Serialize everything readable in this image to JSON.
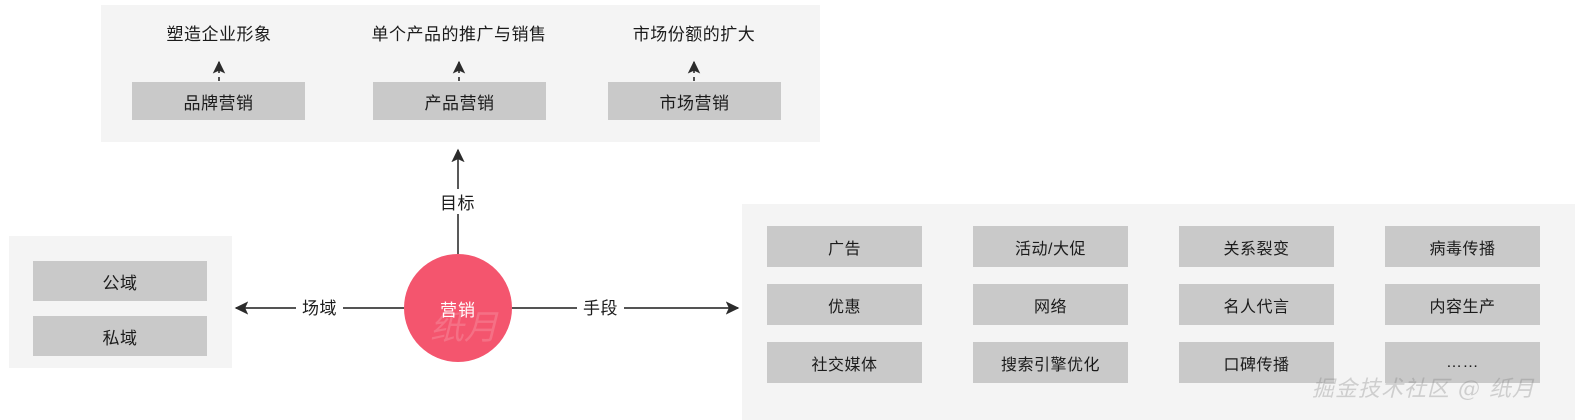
{
  "hub": {
    "label": "营销"
  },
  "edges": {
    "goal": "目标",
    "field": "场域",
    "means": "手段"
  },
  "top_panel": {
    "items": [
      {
        "goal": "塑造企业形象",
        "box": "品牌营销"
      },
      {
        "goal": "单个产品的推广与销售",
        "box": "产品营销"
      },
      {
        "goal": "市场份额的扩大",
        "box": "市场营销"
      }
    ]
  },
  "left_panel": {
    "items": [
      "公域",
      "私域"
    ]
  },
  "right_panel": {
    "columns": [
      [
        "广告",
        "优惠",
        "社交媒体"
      ],
      [
        "活动/大促",
        "网络",
        "搜索引擎优化"
      ],
      [
        "关系裂变",
        "名人代言",
        "口碑传播"
      ],
      [
        "病毒传播",
        "内容生产",
        "……"
      ]
    ]
  },
  "watermark": {
    "text": "掘金技术社区 @ 纸月",
    "soft": "纸月"
  },
  "colors": {
    "hub": "#f4556e",
    "panel_bg": "#f4f4f4",
    "box_bg": "#c9c9c9",
    "line": "#3c3c3c",
    "text": "#1b1b1b"
  }
}
